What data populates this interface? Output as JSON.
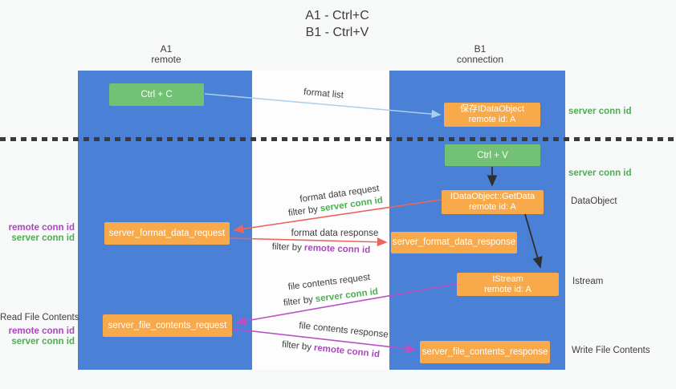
{
  "title": {
    "line1": "A1 - Ctrl+C",
    "line2": "B1 - Ctrl+V"
  },
  "columns": {
    "a1": {
      "name": "A1",
      "subtitle": "remote"
    },
    "b1": {
      "name": "B1",
      "subtitle": "connection"
    }
  },
  "nodes": {
    "ctrl_c": "Ctrl + C",
    "ctrl_v": "Ctrl + V",
    "save_idataobject": {
      "line1": "保存IDataObject",
      "line2": "remote id: A"
    },
    "getdata": {
      "line1": "IDataObject::GetData",
      "line2": "remote id: A"
    },
    "istream": {
      "line1": "IStream",
      "line2": "remote id: A"
    },
    "format_request": "server_format_data_request",
    "format_response": "server_format_data_response",
    "file_request": "server_file_contents_request",
    "file_response": "server_file_contents_response"
  },
  "arrow_labels": {
    "format_list": "format list",
    "format_data_request": "format data request",
    "format_data_response": "format data response",
    "file_contents_request": "file contents request",
    "file_contents_response": "file contents response",
    "filter_by": "filter by",
    "server_conn_id": "server conn id",
    "remote_conn_id": "remote conn id"
  },
  "side_labels": {
    "right": {
      "server_conn_id_top": "server conn id",
      "server_conn_id_mid": "server conn id",
      "dataobject": "DataObject",
      "istream": "Istream",
      "write_file_contents": "Write File Contents"
    },
    "left": {
      "remote_conn_id_upper": "remote conn id",
      "server_conn_id_upper": "server conn id",
      "read_file_contents": "Read File Contents",
      "remote_conn_id_lower": "remote conn id",
      "server_conn_id_lower": "server conn id"
    }
  },
  "colors": {
    "lifeline_blue": "#4a80d5",
    "node_orange": "#f8a94a",
    "node_green": "#72c174",
    "arrow_red": "#ec655c",
    "arrow_magenta": "#bd4fc4",
    "arrow_light_blue": "#a9cfec",
    "arrow_black": "#2f2f2f",
    "text_green": "#4caf50",
    "text_purple": "#ab47bc"
  }
}
